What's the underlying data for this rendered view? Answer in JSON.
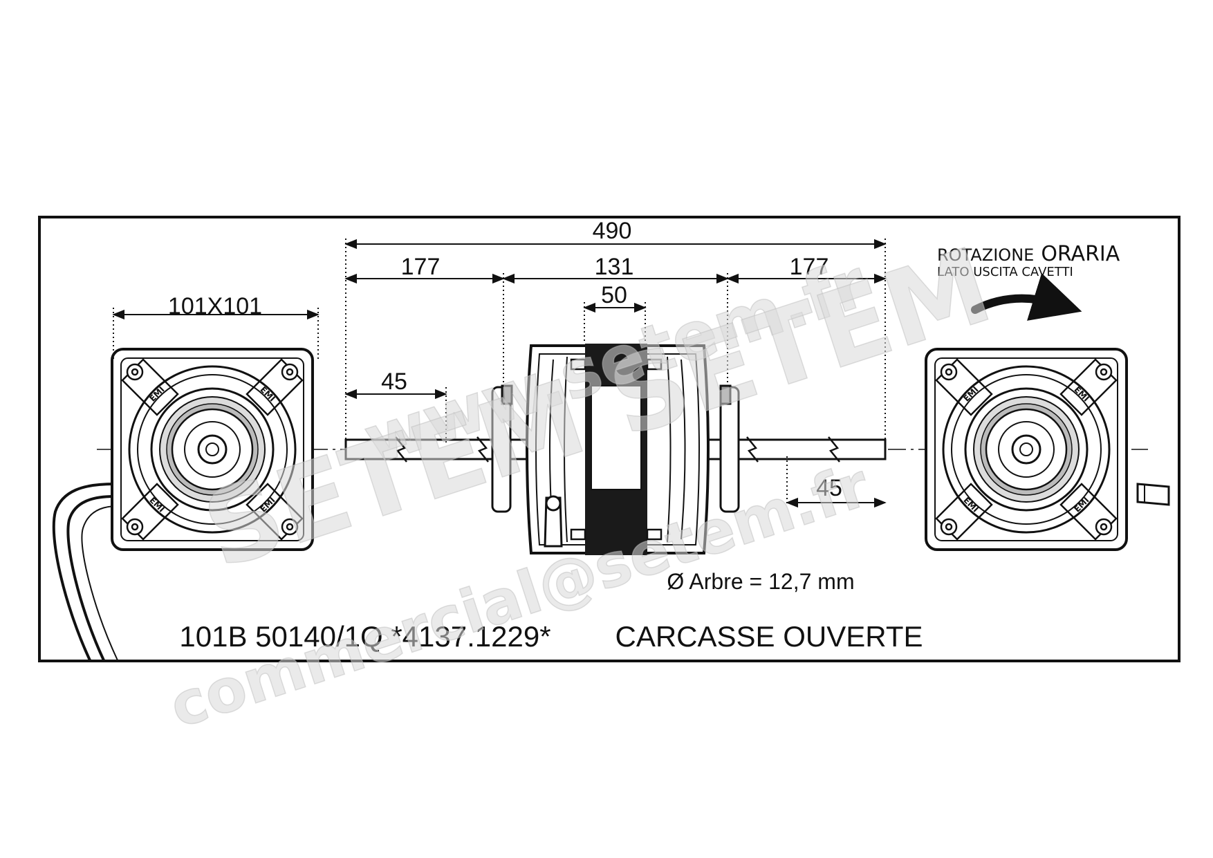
{
  "dimensions": {
    "total_length": "490",
    "shaft_left": "177",
    "body": "131",
    "core": "50",
    "shaft_right": "177",
    "flange": "101X101",
    "shaft_tip_left": "45",
    "shaft_tip_right": "45"
  },
  "rotation": {
    "line1_a": "ROTAZIONE",
    "line1_b": "ORARIA",
    "line2": "LATO USCITA CAVETTI"
  },
  "shaft_note": "Ø Arbre = 12,7 mm",
  "part_number": "101B 50140/1Q *4137.1229*",
  "housing_type": "CARCASSE OUVERTE",
  "flange_logo": "EMI",
  "watermarks": {
    "domain": "www.setem.fr",
    "brand": "SETEM SETEM",
    "email": "commercial@setem.fr"
  }
}
